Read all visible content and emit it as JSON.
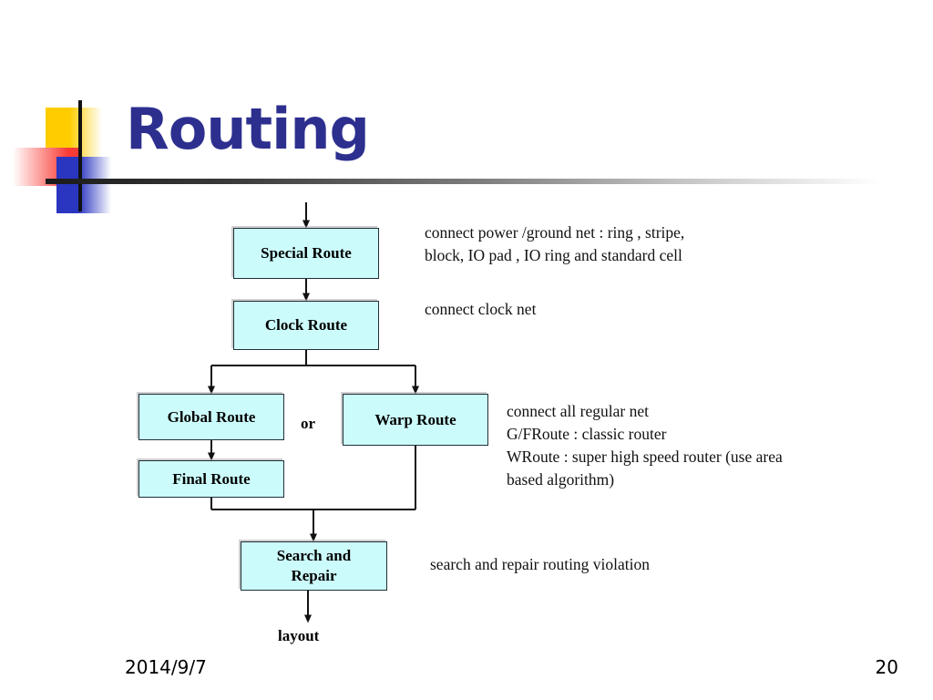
{
  "slide": {
    "title": "Routing",
    "title_color": "#2d2f8f",
    "background": "#ffffff"
  },
  "decoration": {
    "yellow_color": "#ffcc00",
    "red_color": "#f93b35",
    "blue_color": "#2a35c0",
    "rule_color": "#1a1a1a"
  },
  "flow": {
    "node_fill": "#ccfbfb",
    "node_border": "#20303a",
    "nodes": [
      {
        "id": "special",
        "label": "Special Route"
      },
      {
        "id": "clock",
        "label": "Clock Route"
      },
      {
        "id": "global",
        "label": "Global Route"
      },
      {
        "id": "warp",
        "label": "Warp Route"
      },
      {
        "id": "final",
        "label": "Final Route"
      },
      {
        "id": "search",
        "label": "Search and\nRepair"
      }
    ],
    "or_label": "or",
    "layout_label": "layout",
    "notes": [
      {
        "id": "special",
        "text": "connect power /ground net : ring , stripe,\nblock, IO pad , IO ring and standard cell"
      },
      {
        "id": "clock",
        "text": "connect clock net"
      },
      {
        "id": "route",
        "text": "connect all regular net\nG/FRoute :  classic router\nWRoute : super high speed router (use area\nbased algorithm)"
      },
      {
        "id": "search",
        "text": "search and repair routing violation"
      }
    ]
  },
  "footer": {
    "date": "2014/9/7",
    "page_number": "20"
  }
}
